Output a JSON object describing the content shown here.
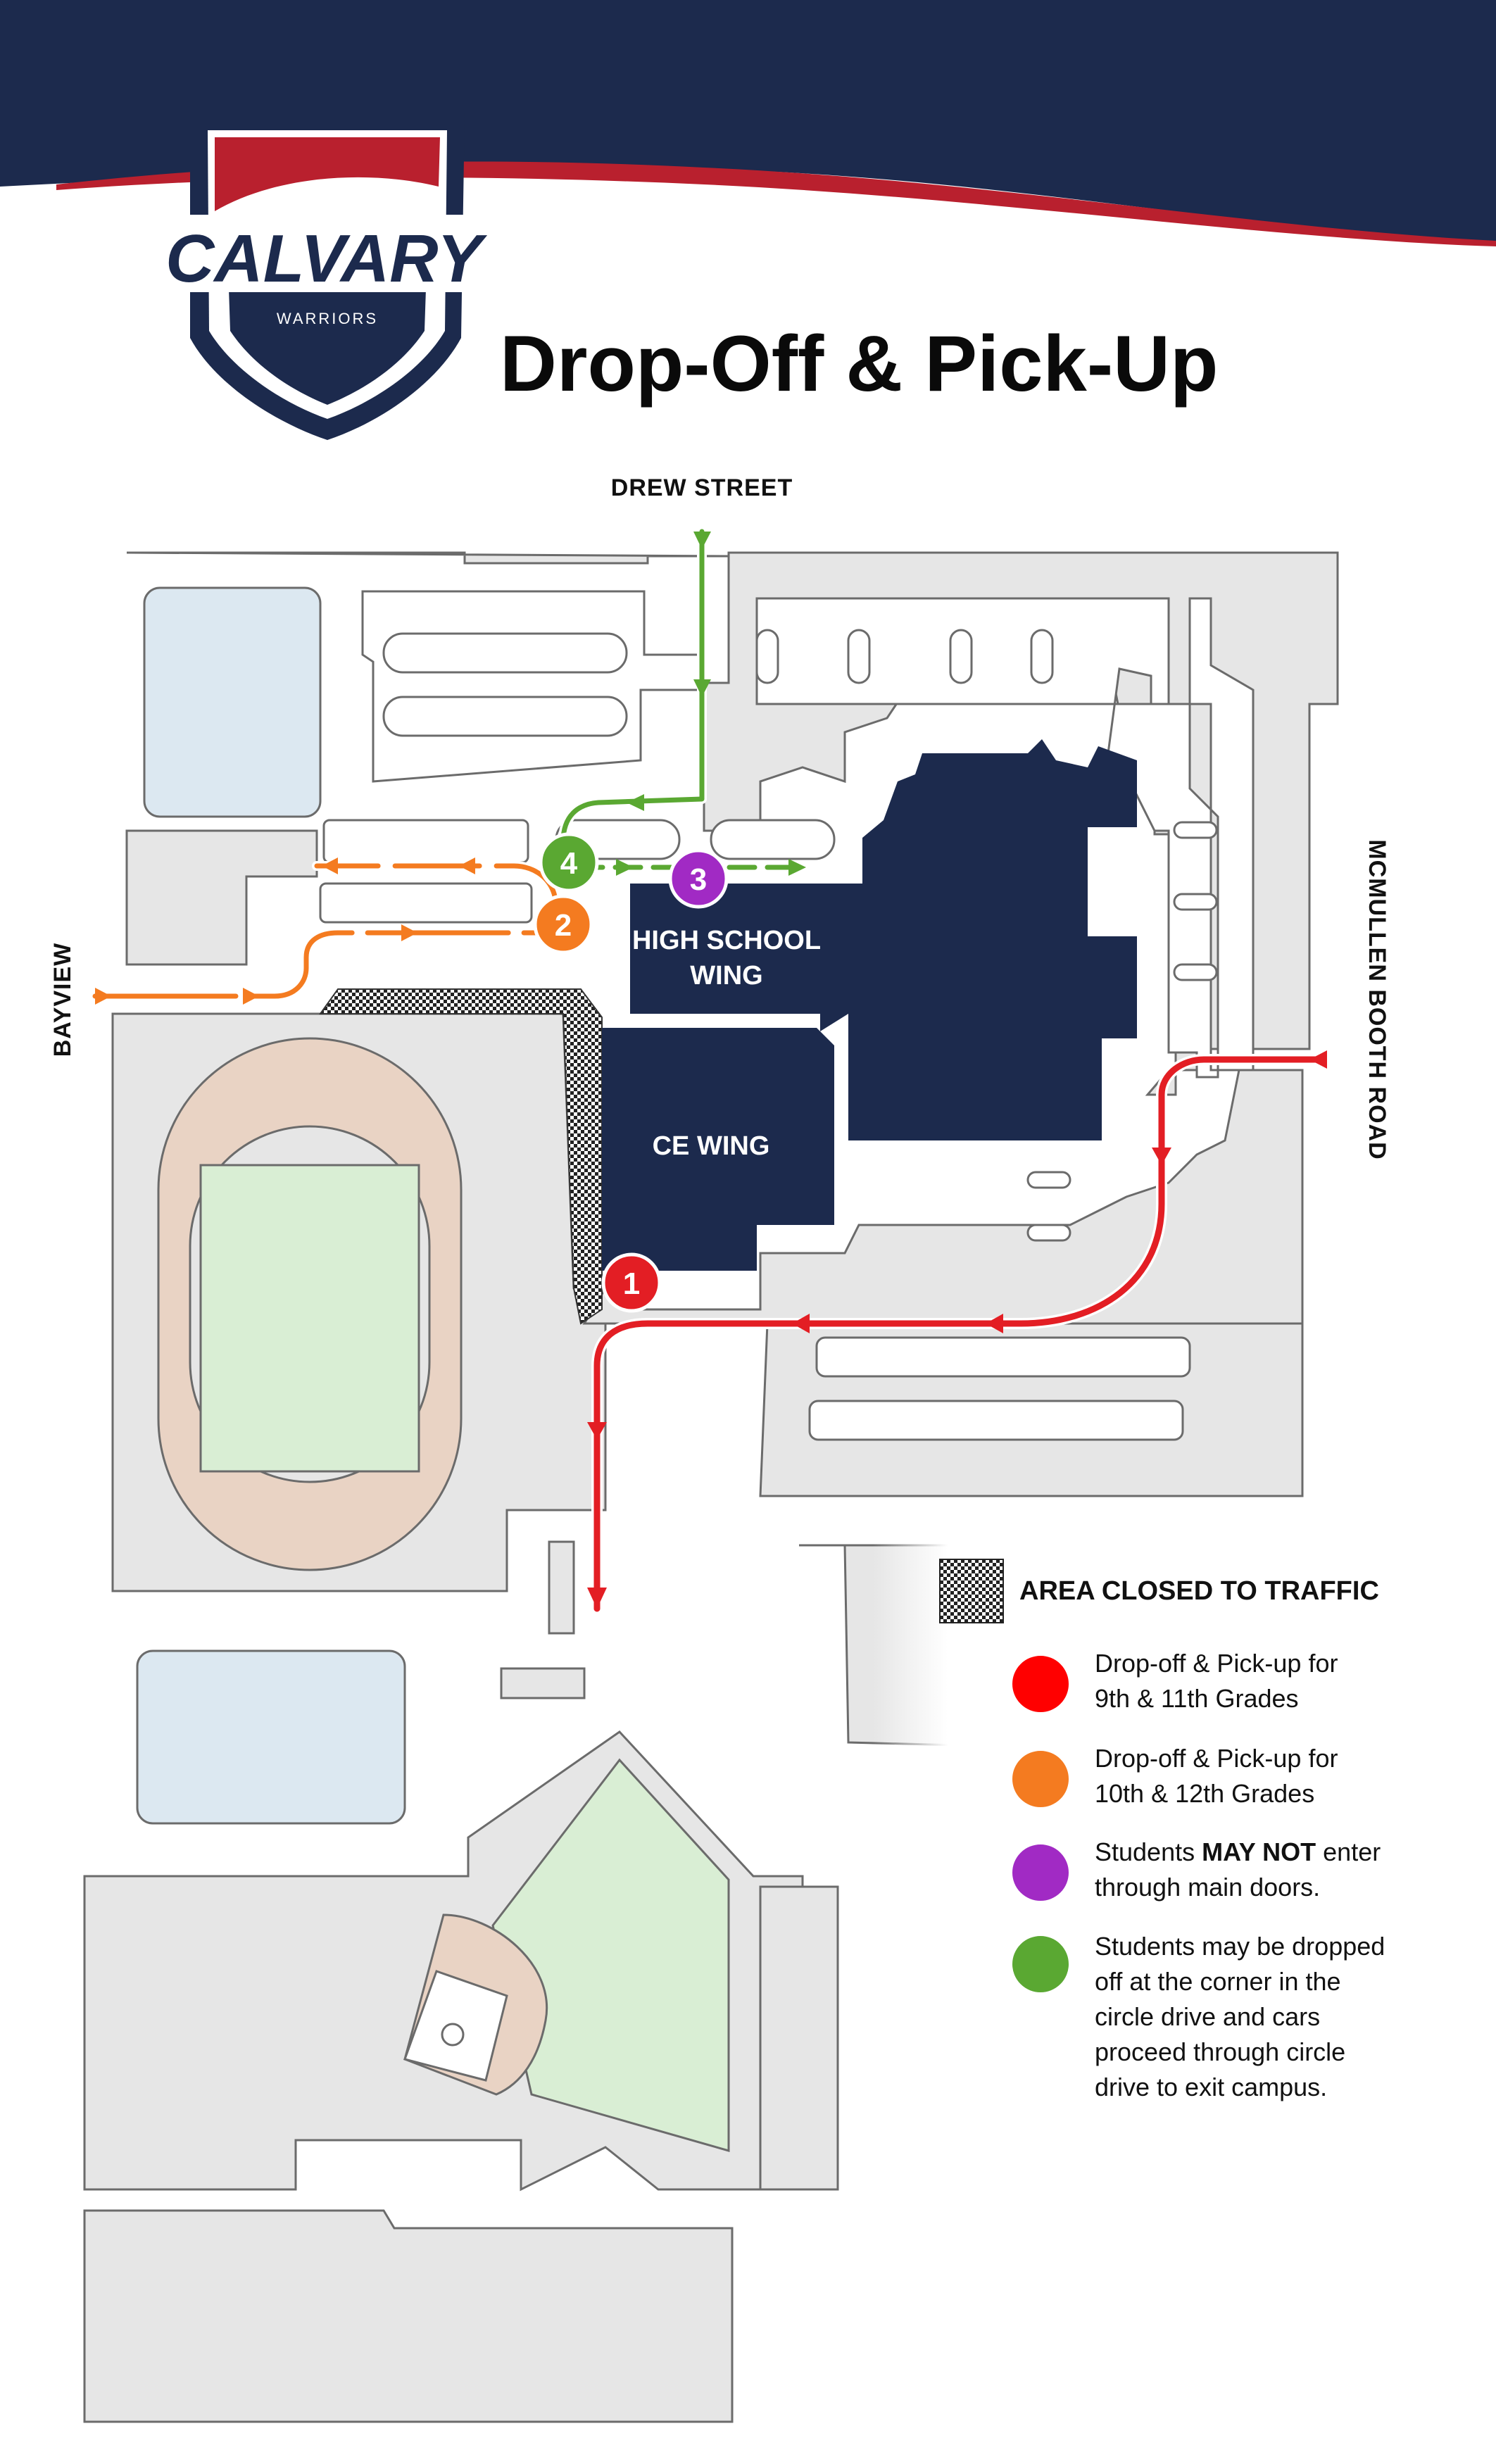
{
  "header": {
    "title": "Drop-Off & Pick-Up",
    "logo": {
      "word": "CALVARY",
      "subtitle": "WARRIORS"
    }
  },
  "streets": {
    "north": "DREW STREET",
    "west": "BAYVIEW",
    "east": "MCMULLEN BOOTH ROAD"
  },
  "buildings": {
    "high_school": [
      "HIGH SCHOOL",
      "WING"
    ],
    "ce": "CE WING"
  },
  "markers": [
    {
      "number": "1",
      "color": "#e31e24"
    },
    {
      "number": "2",
      "color": "#f47b20"
    },
    {
      "number": "3",
      "color": "#a12ac4"
    },
    {
      "number": "4",
      "color": "#5aa832"
    }
  ],
  "legend": {
    "closed_area": "AREA CLOSED TO TRAFFIC",
    "items": [
      {
        "color": "#ff0000",
        "lines": [
          "Drop-off & Pick-up for",
          "9th & 11th Grades"
        ]
      },
      {
        "color": "#f47b20",
        "lines": [
          "Drop-off & Pick-up for",
          "10th & 12th Grades"
        ]
      },
      {
        "color": "#a12ac4",
        "lines_parts": [
          [
            "Students ",
            "MAY NOT",
            " enter"
          ],
          [
            "through main doors.",
            "",
            ""
          ]
        ]
      },
      {
        "color": "#5aa832",
        "lines": [
          "Students may be dropped",
          "off at the corner in the",
          "circle drive and cars",
          "proceed through circle",
          "drive to exit campus."
        ]
      }
    ]
  },
  "colors": {
    "navy": "#1c2a4d",
    "red": "#e31e24",
    "orange": "#f47b20",
    "purple": "#a12ac4",
    "green": "#5aa832",
    "lot": "#e6e6e6",
    "field": "#d9eed4",
    "pool": "#dce8f1",
    "track": "#e9d3c4"
  },
  "icons": [
    "shield-logo",
    "arrow-icon",
    "crosshatch-pattern"
  ]
}
